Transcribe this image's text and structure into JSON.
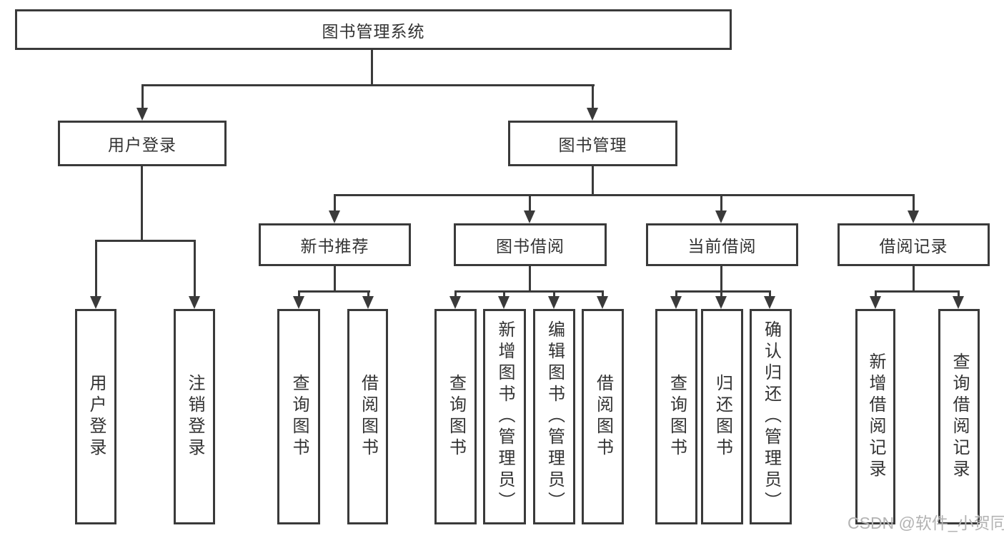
{
  "root": {
    "label": "图书管理系统"
  },
  "branches": {
    "user": {
      "label": "用户登录",
      "children": [
        {
          "label": "用户登录"
        },
        {
          "label": "注销登录"
        }
      ]
    },
    "management": {
      "label": "图书管理",
      "sections": [
        {
          "label": "新书推荐",
          "children": [
            {
              "label": "查询图书"
            },
            {
              "label": "借阅图书"
            }
          ]
        },
        {
          "label": "图书借阅",
          "children": [
            {
              "label": "查询图书"
            },
            {
              "label": "新增图书（管理员）"
            },
            {
              "label": "编辑图书（管理员）"
            },
            {
              "label": "借阅图书"
            }
          ]
        },
        {
          "label": "当前借阅",
          "children": [
            {
              "label": "查询图书"
            },
            {
              "label": "归还图书"
            },
            {
              "label": "确认归还（管理员）"
            }
          ]
        },
        {
          "label": "借阅记录",
          "children": [
            {
              "label": "新增借阅记录"
            },
            {
              "label": "查询借阅记录"
            }
          ]
        }
      ]
    }
  },
  "watermark": {
    "text": "CSDN @软件_小贺同学"
  },
  "colors": {
    "line": "#3a3a3a",
    "text": "#333333",
    "node_background": "#ffffff",
    "page_background": "#ffffff",
    "watermark": "#b3b3b3"
  }
}
